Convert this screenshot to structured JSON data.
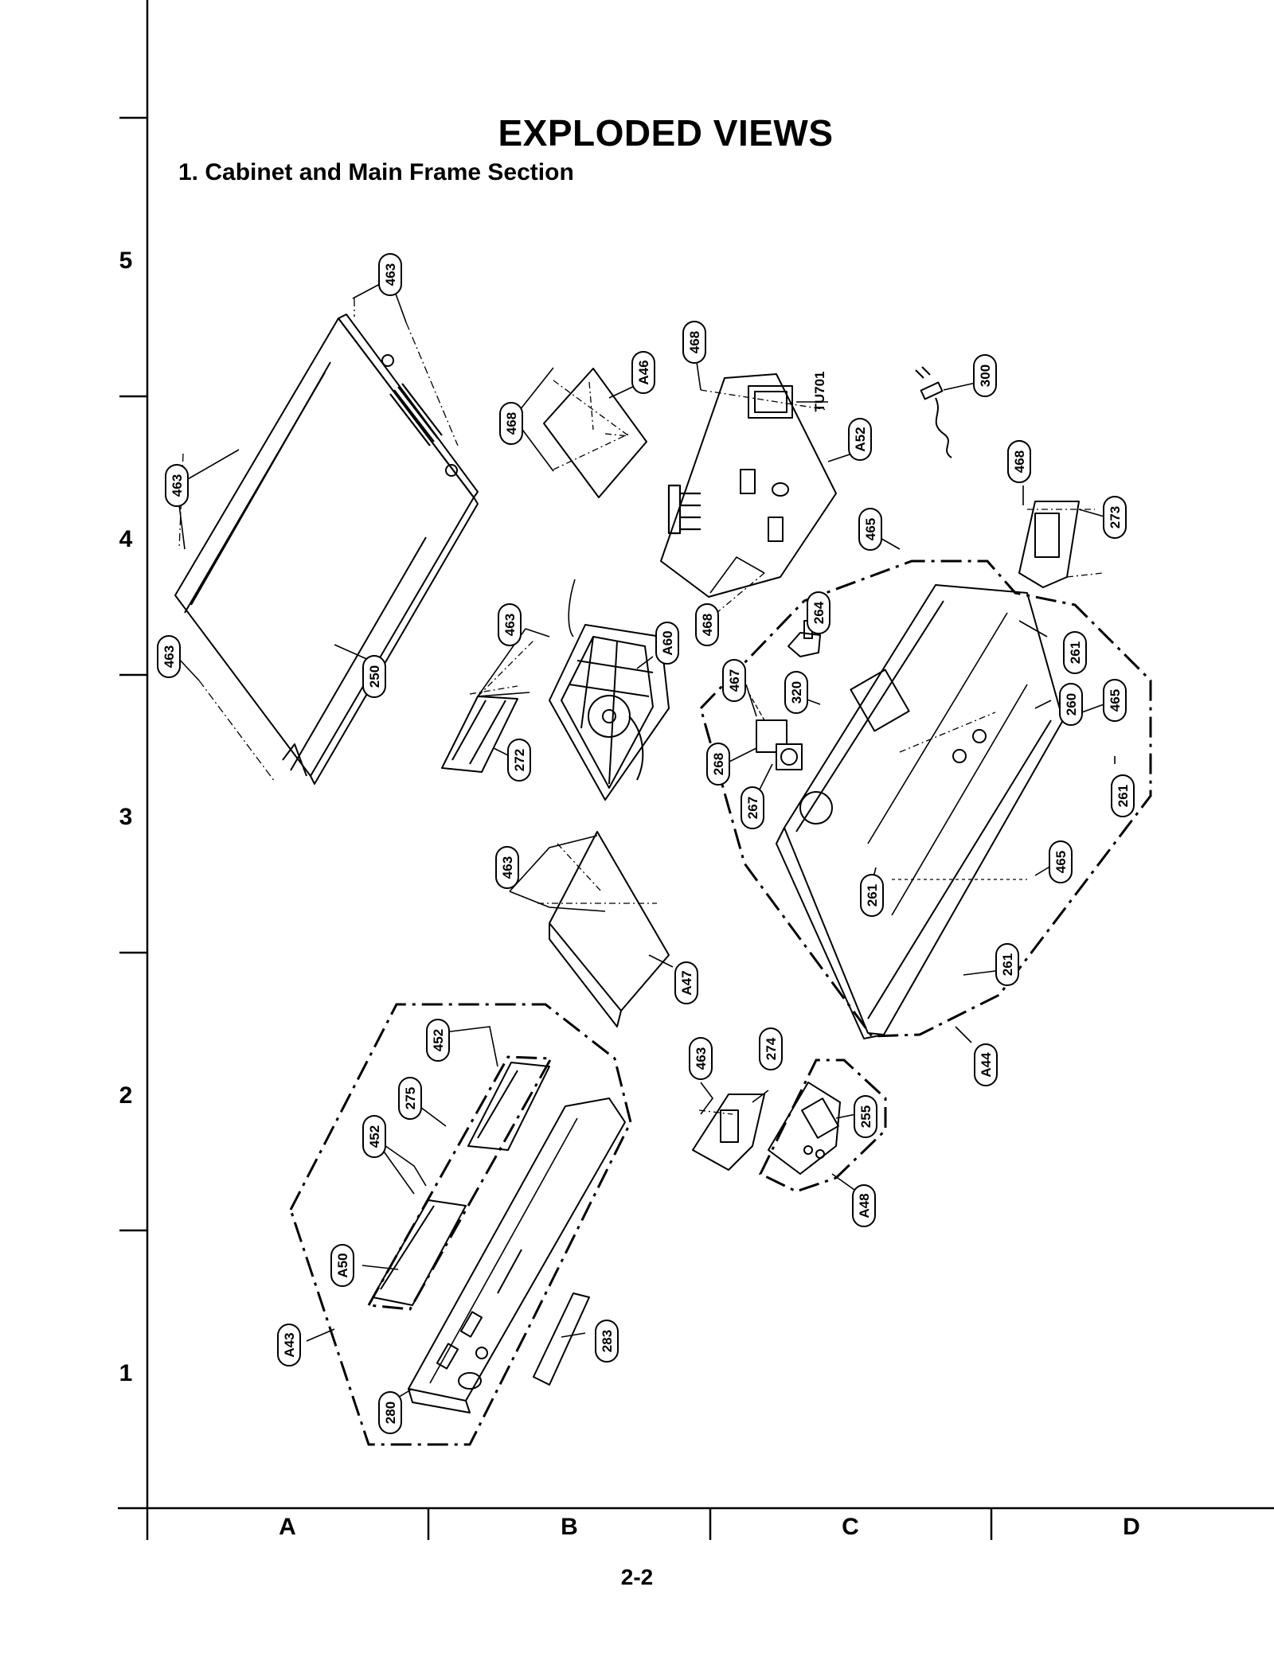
{
  "title": "EXPLODED VIEWS",
  "subtitle": "1. Cabinet and Main Frame Section",
  "page_number": "2-2",
  "row_labels": [
    "5",
    "4",
    "3",
    "2",
    "1"
  ],
  "column_labels": [
    "A",
    "B",
    "C",
    "D"
  ],
  "callouts": [
    "463",
    "463",
    "463",
    "250",
    "468",
    "A46",
    "468",
    "468",
    "TU701",
    "A52",
    "468",
    "300",
    "468",
    "273",
    "465",
    "463",
    "A60",
    "272",
    "264",
    "467",
    "320",
    "261",
    "260",
    "465",
    "268",
    "267",
    "261",
    "463",
    "A47",
    "261",
    "465",
    "261",
    "A44",
    "452",
    "275",
    "452",
    "A50",
    "A43",
    "280",
    "283",
    "463",
    "274",
    "255",
    "A48"
  ]
}
